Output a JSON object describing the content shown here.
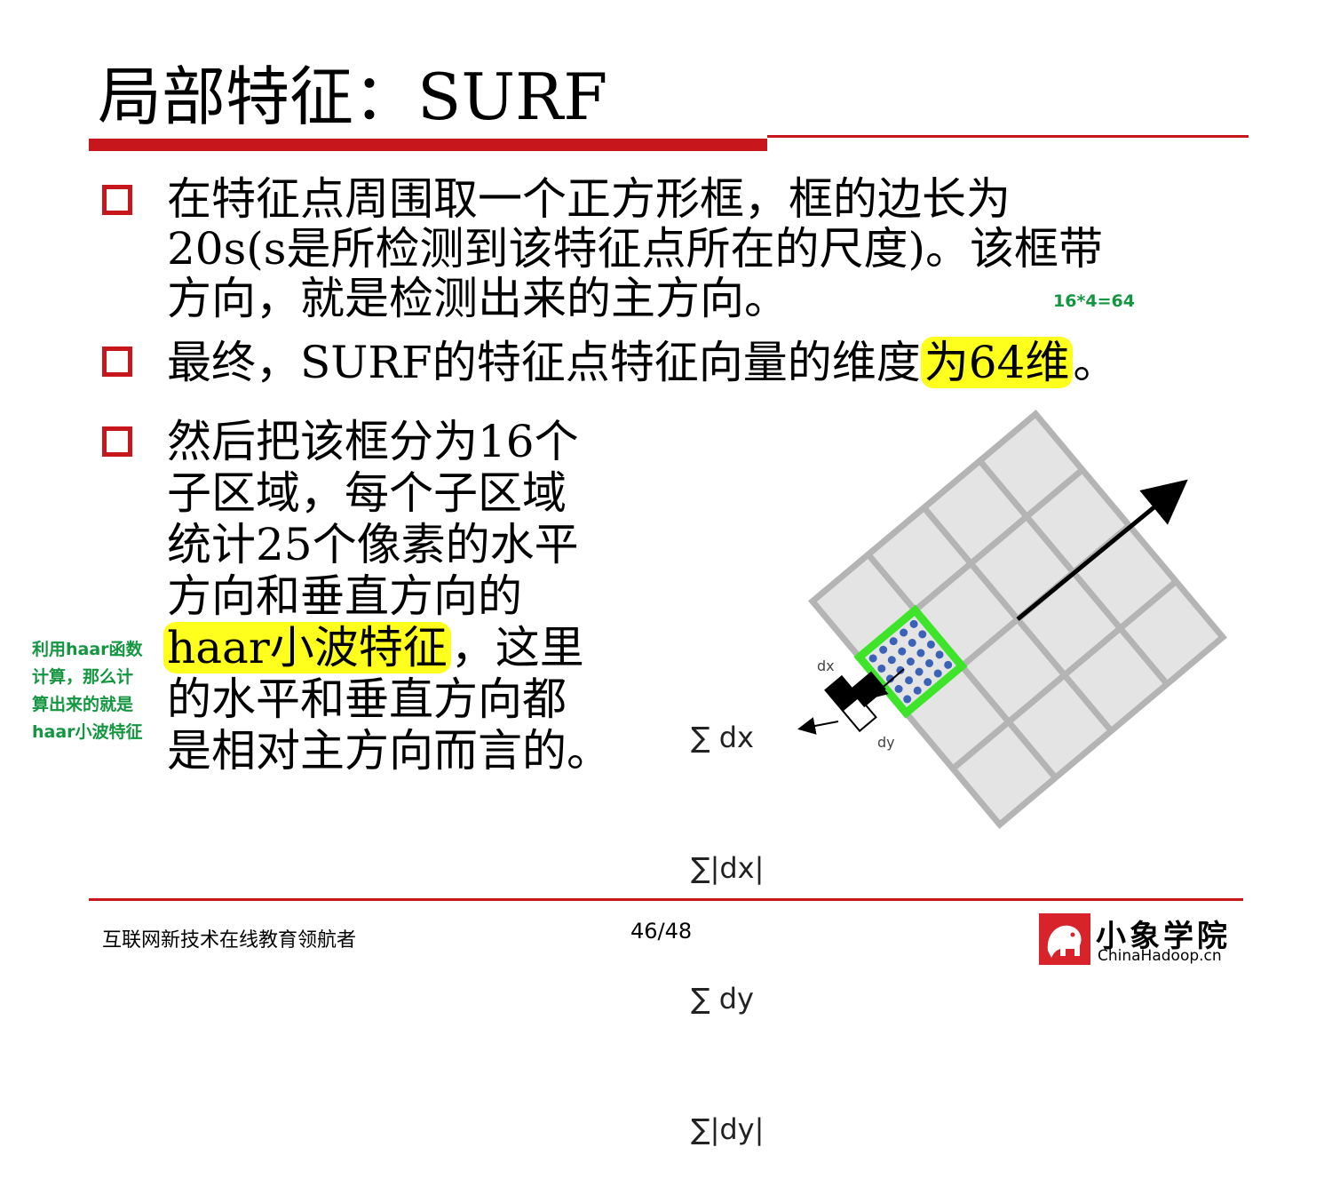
{
  "title": "局部特征：SURF",
  "bullets": [
    {
      "lines": [
        "在特征点周围取一个正方形框，框的边长为",
        "20s(s是所检测到该特征点所在的尺度)。该框带",
        "方向，就是检测出来的主方向。"
      ]
    },
    {
      "before": "最终，SURF的特征点特征向量的维度",
      "highlight": "为64维",
      "after": "。"
    },
    {
      "lines": [
        "然后把该框分为16个",
        "子区域，每个子区域",
        "统计25个像素的水平",
        "方向和垂直方向的"
      ],
      "highlight": "haar小波特征",
      "after_highlight": "，这里",
      "lines_after": [
        "的水平和垂直方向都",
        "是相对主方向而言的。"
      ]
    }
  ],
  "annotations": {
    "dimension_note": "16*4=64",
    "haar_note": [
      "利用haar函数",
      "计算，那么计",
      "算出来的就是",
      "haar小波特征"
    ]
  },
  "diagram": {
    "sum_labels": [
      "∑ dx",
      "∑|dx|",
      "∑ dy",
      "∑|dy|"
    ],
    "dx_label": "dx",
    "dy_label": "dy",
    "colors": {
      "grid_fill": "#e4e4e4",
      "grid_line": "#b4b4b4",
      "highlight_border": "#3ee42a",
      "dots": "#3a63b8"
    }
  },
  "footer": {
    "slogan": "互联网新技术在线教育领航者",
    "page": "46/48",
    "logo_name": "小象学院",
    "logo_sub": "ChinaHadoop.cn"
  },
  "colors": {
    "accent": "#c8161d",
    "highlight": "#ffff1e",
    "note": "#149641"
  }
}
